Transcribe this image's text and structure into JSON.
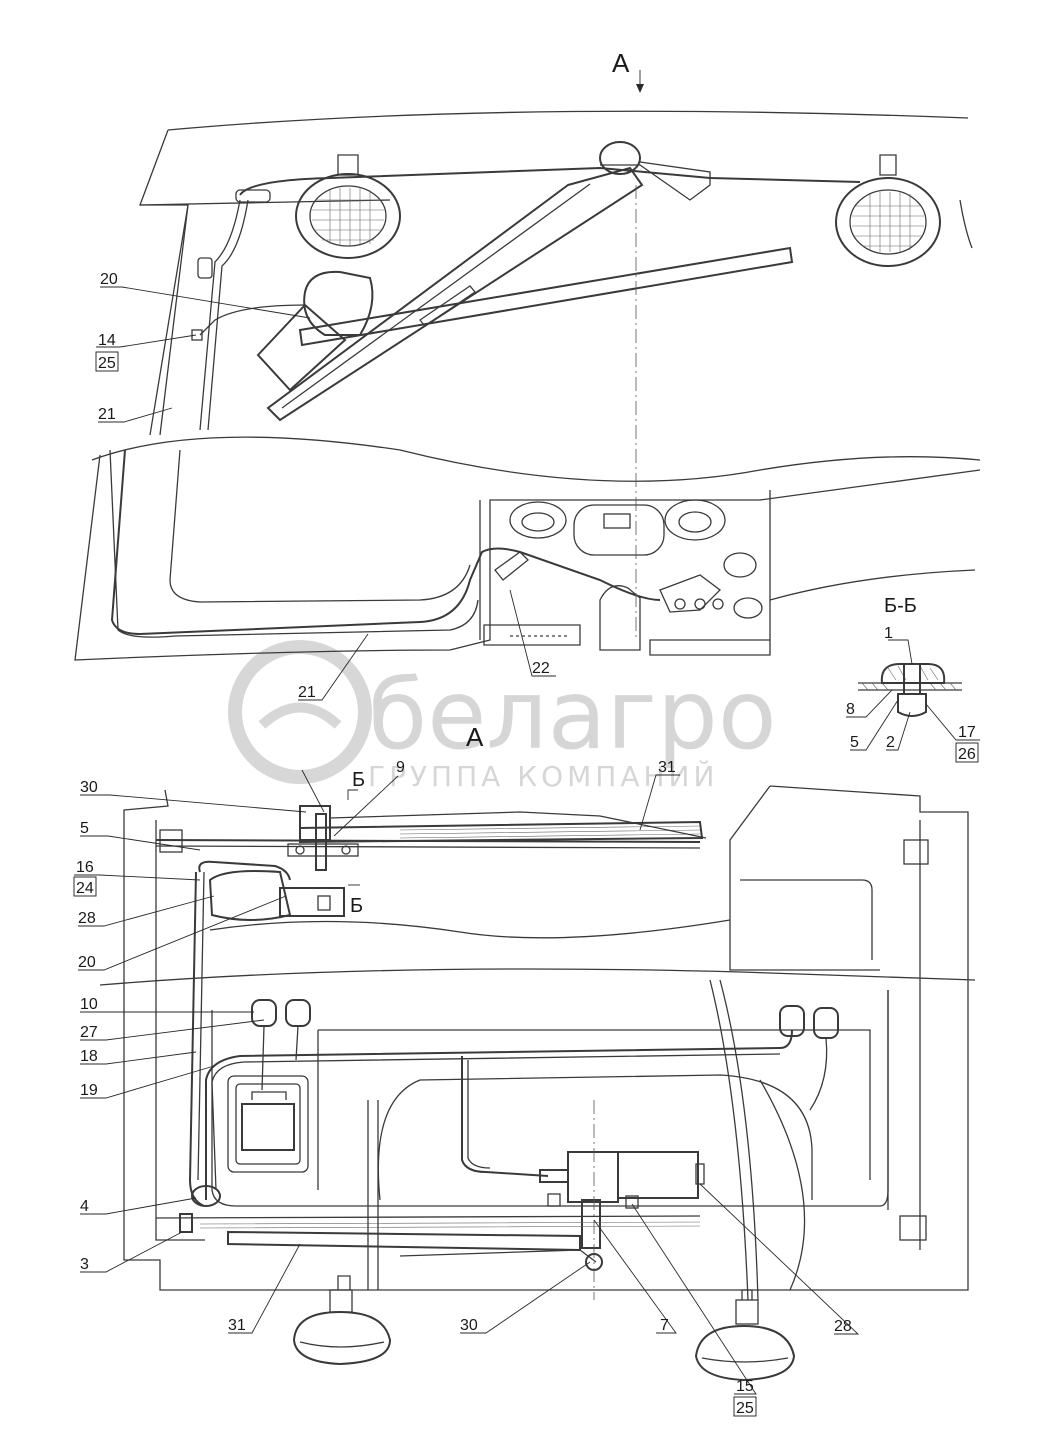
{
  "view_labels": {
    "view_a_top": "А",
    "view_a": "А",
    "section_name": "Б-Б",
    "section_mark_top": "Б",
    "section_mark_bottom": "Б"
  },
  "watermark": {
    "brand": "белагро",
    "tagline": "ГРУППА КОМПАНИЙ"
  },
  "callouts": {
    "top_20": "20",
    "top_14": "14",
    "top_25": "25",
    "top_21_left": "21",
    "top_22": "22",
    "top_21_bottom": "21",
    "sec_1": "1",
    "sec_8": "8",
    "sec_5": "5",
    "sec_2": "2",
    "sec_17": "17",
    "sec_26": "26",
    "a_9": "9",
    "a_30_top": "30",
    "a_31_top": "31",
    "a_5": "5",
    "a_16": "16",
    "a_24": "24",
    "a_28_left": "28",
    "a_20": "20",
    "a_10": "10",
    "a_27": "27",
    "a_18": "18",
    "a_19": "19",
    "a_4": "4",
    "a_3": "3",
    "a_31_bottom": "31",
    "a_30_bottom": "30",
    "a_7": "7",
    "a_15": "15",
    "a_25": "25",
    "a_28_right": "28"
  }
}
